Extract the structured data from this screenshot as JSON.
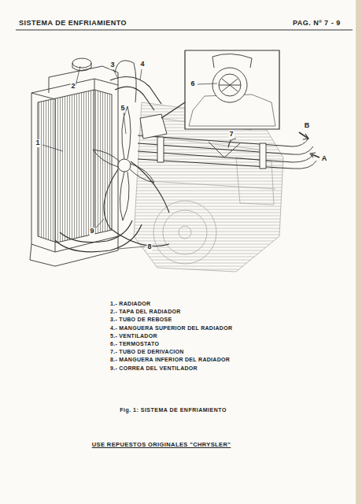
{
  "diagram": {
    "title": "SISTEMA DE ENFRIAMIENTO",
    "caption": "Fig. 1: SISTEMA DE ENFRIAMIENTO",
    "labels": [
      "PAG. Nº 7 - 9",
      "1",
      "2",
      "3",
      "4",
      "5",
      "6",
      "7",
      "8",
      "9",
      "B",
      "A",
      "1.- RADIADOR",
      "2.- TAPA DEL RADIADOR",
      "3.- TUBO DE REBOSE",
      "4.- MANGUERA SUPERIOR DEL RADIADOR",
      "5.- VENTILADOR",
      "6.- TERMOSTATO",
      "7.- TUBO DE DERIVACION",
      "8.- MANGUERA INFERIOR DEL RADIADOR",
      "9.- CORREA DEL VENTILADOR",
      "USE REPUESTOS ORIGINALES \"CHRYSLER\""
    ]
  }
}
